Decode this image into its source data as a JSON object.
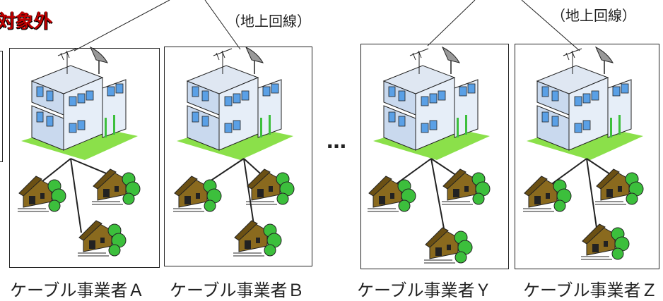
{
  "header": {
    "out_of_scope": "対象外"
  },
  "line_notes": [
    "（地上回線）",
    "（地上回線）"
  ],
  "ellipsis": "…",
  "operators": [
    {
      "label": "ケーブル事業者Ａ"
    },
    {
      "label": "ケーブル事業者Ｂ"
    },
    {
      "label": "ケーブル事業者Ｙ"
    },
    {
      "label": "ケーブル事業者Ｚ"
    }
  ],
  "colors": {
    "building_wall": "#dce8f5",
    "building_window": "#5aa0e6",
    "lawn": "#8be04a",
    "house_wall": "#8a6a1e",
    "tree": "#3cbf3c",
    "title_red": "#c00000"
  }
}
